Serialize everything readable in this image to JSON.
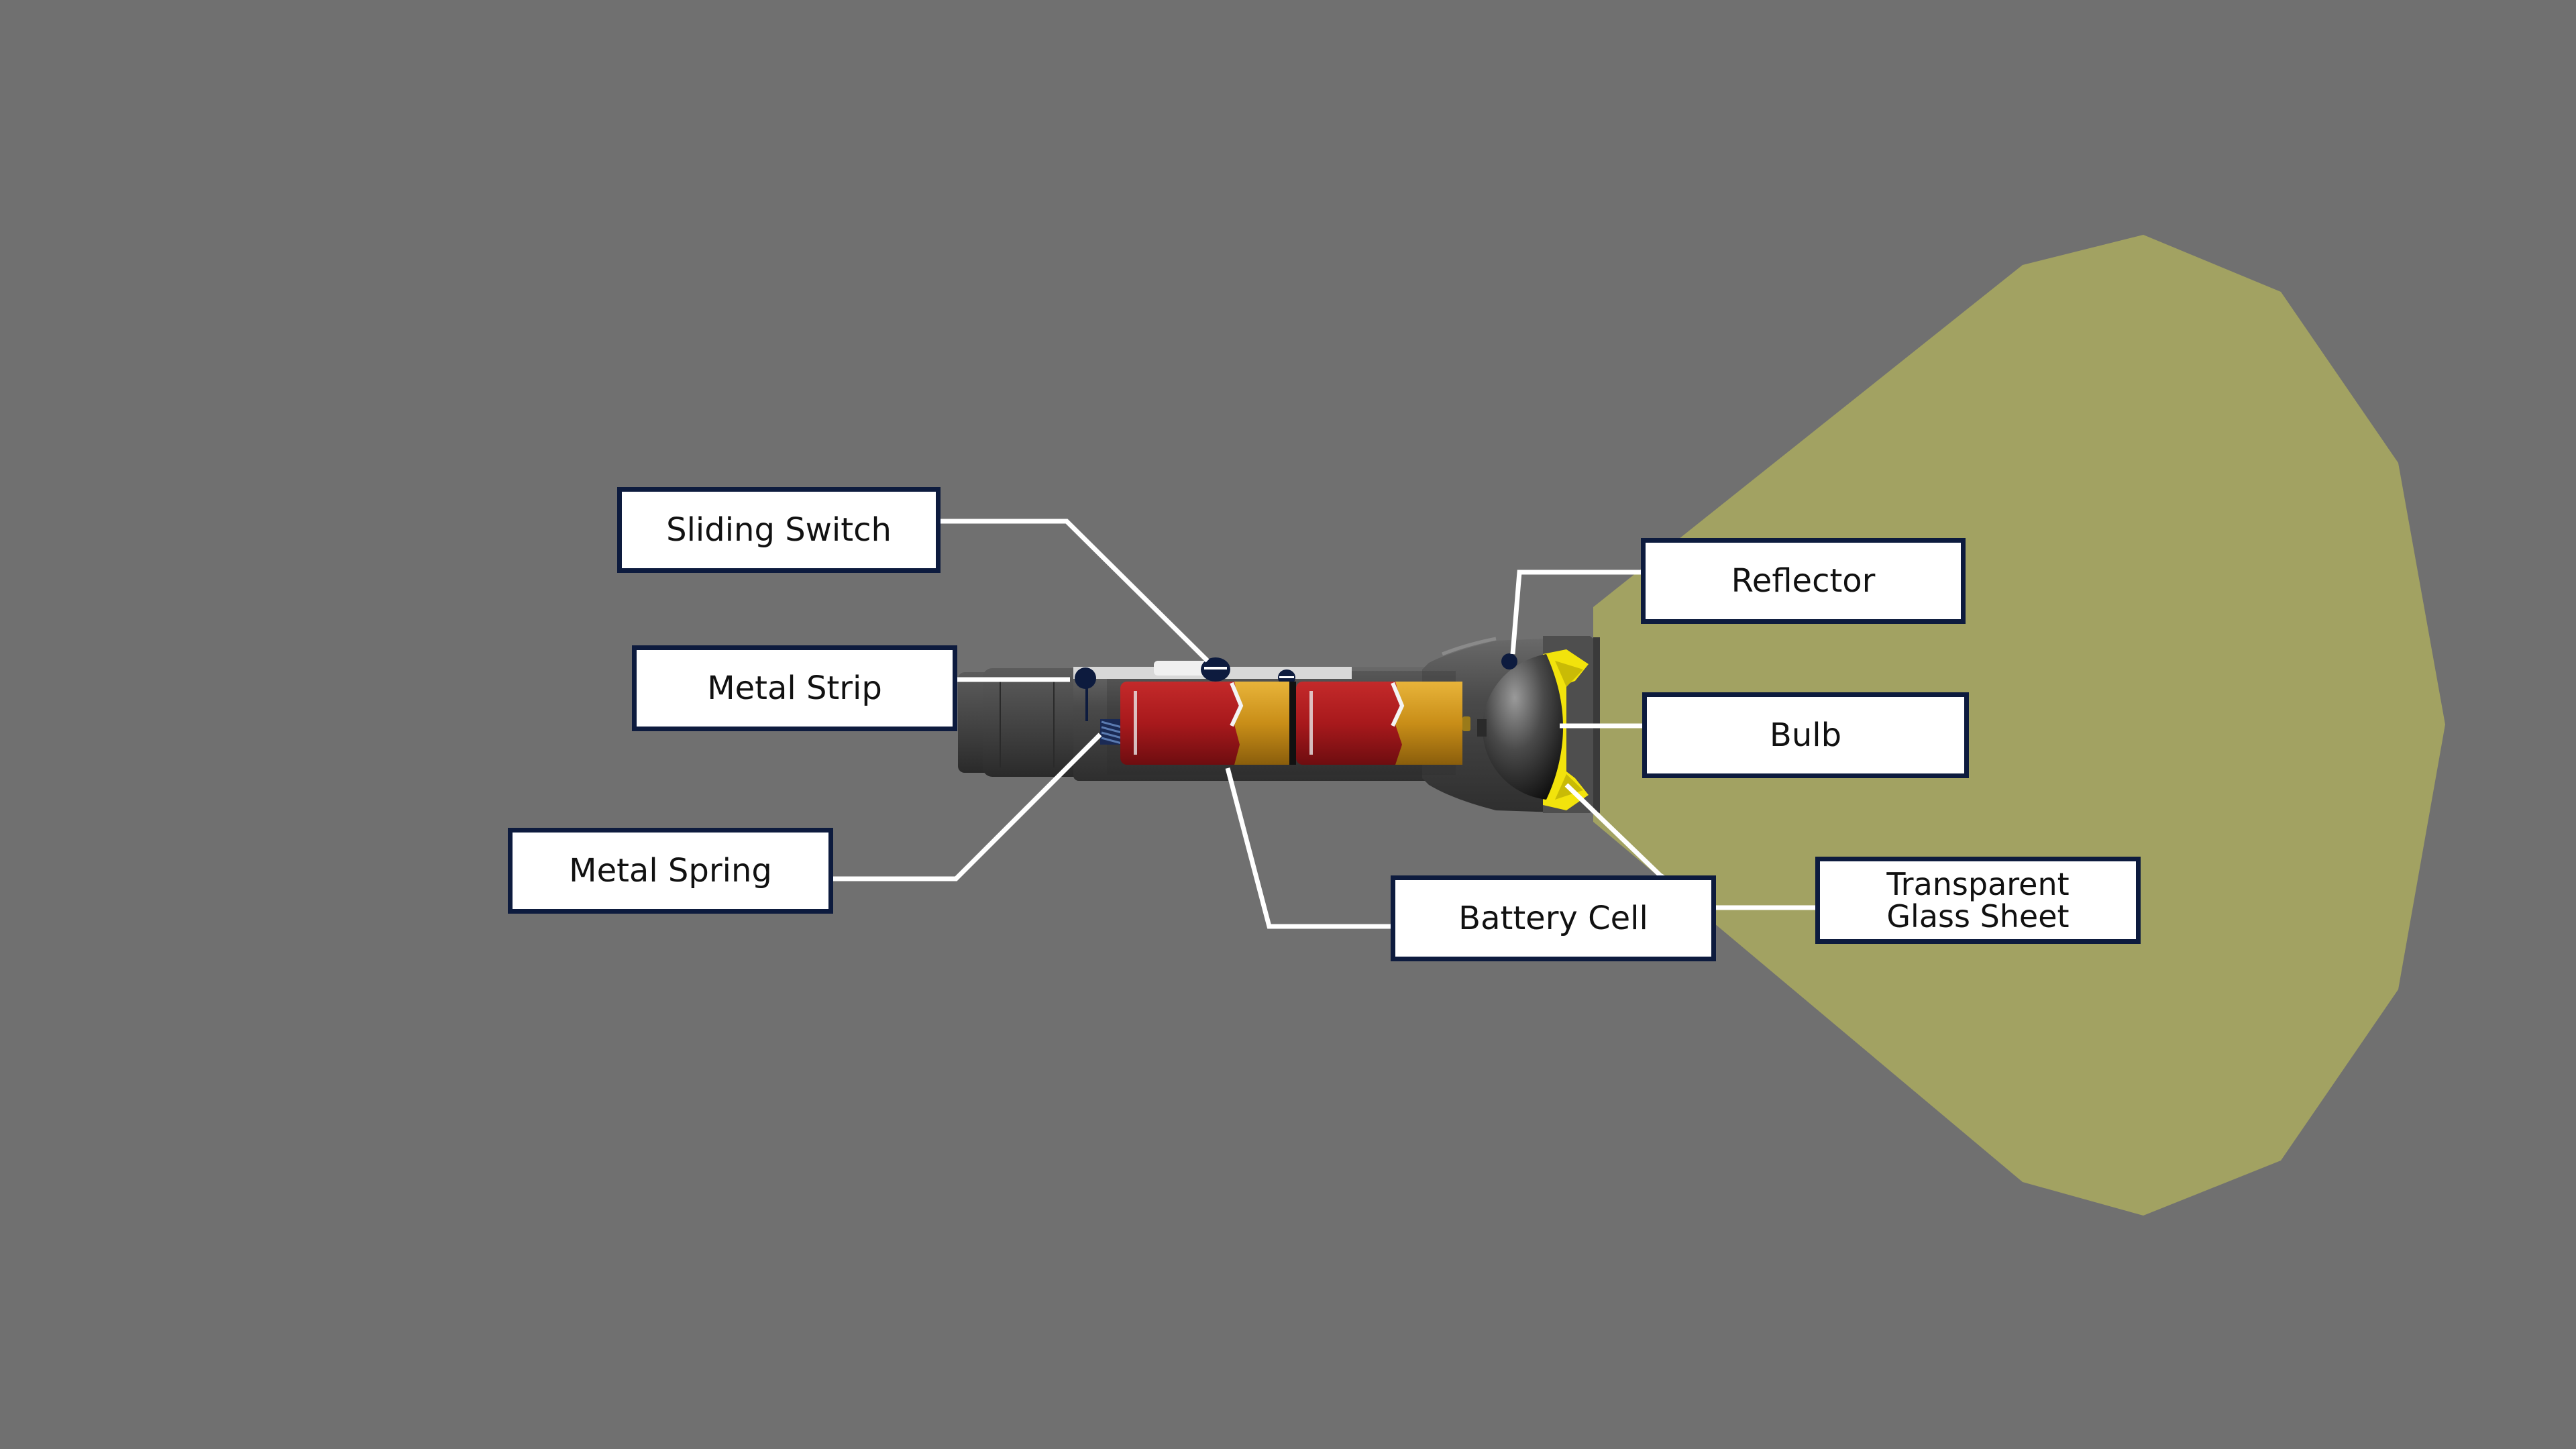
{
  "colors": {
    "background": "#707070",
    "light_beam": "#a2a262",
    "label_border": "#0d1b3e",
    "label_fill": "#ffffff",
    "leader_line": "#ffffff",
    "battery_red": "#a8191c",
    "battery_gold": "#d49a1a",
    "reflector_yellow": "#f2e30c",
    "body_dark": "#3f3f3f"
  },
  "labels": {
    "sliding_switch": "Sliding Switch",
    "metal_strip": "Metal Strip",
    "metal_spring": "Metal Spring",
    "reflector": "Reflector",
    "bulb": "Bulb",
    "battery_cell": "Battery Cell",
    "transparent_glass_sheet": "Transparent\nGlass Sheet"
  }
}
